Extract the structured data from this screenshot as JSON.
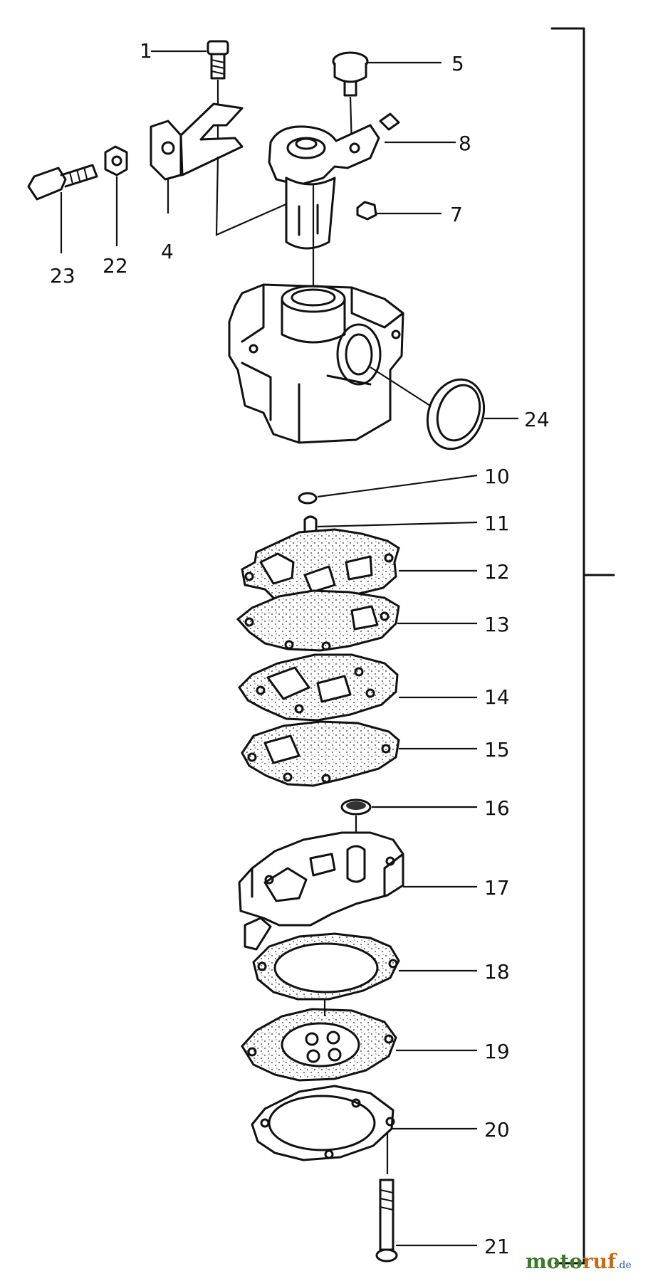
{
  "labels": {
    "p1": "1",
    "p4": "4",
    "p5": "5",
    "p7": "7",
    "p8": "8",
    "p10": "10",
    "p11": "11",
    "p12": "12",
    "p13": "13",
    "p14": "14",
    "p15": "15",
    "p16": "16",
    "p17": "17",
    "p18": "18",
    "p19": "19",
    "p20": "20",
    "p21": "21",
    "p22": "22",
    "p23": "23",
    "p24": "24"
  },
  "watermark": {
    "mo": "mo",
    "to": "to",
    "ruf": "ruf",
    "tld": ".de",
    "colors": {
      "mo": "#3a7a2a",
      "ruf": "#c46a14",
      "tld": "#2a5a9a"
    }
  }
}
